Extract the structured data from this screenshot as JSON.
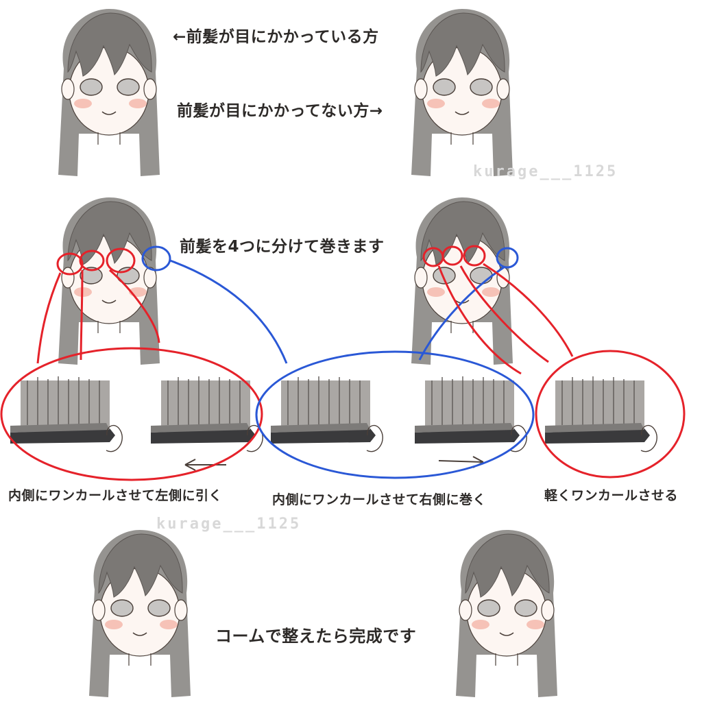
{
  "labels": {
    "bangs_over_eyes": "←前髪が目にかかっている方",
    "bangs_not_over_eyes": "前髪が目にかかってない方→",
    "divide_four": "前髪を4つに分けて巻きます",
    "curl_pull_left": "内側にワンカールさせて左側に引く",
    "curl_roll_right": "内側にワンカールさせて右側に巻く",
    "light_curl": "軽くワンカールさせる",
    "finish": "コームで整えたら完成です"
  },
  "watermark": {
    "text_1": "kurage___1125",
    "text_2": "kurage___1125"
  },
  "colors": {
    "hair": "#8a8784",
    "hair_dark": "#6e6b68",
    "skin": "#fdf6f2",
    "blush": "#f4b5a8",
    "line": "#4a3f39",
    "red": "#e5222a",
    "blue": "#2a58d6",
    "iron": "#3a3a3c",
    "text": "#2d2a28"
  }
}
